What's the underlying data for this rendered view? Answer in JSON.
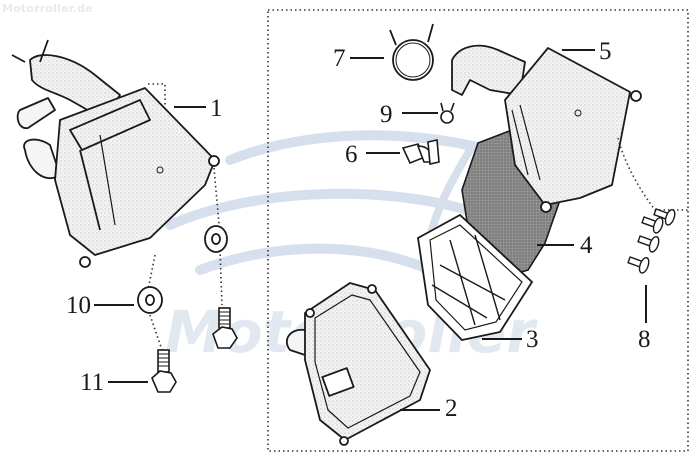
{
  "watermark": {
    "site": "Motorroller.de",
    "big_text": "Motorroller",
    "big_suffix": "de",
    "color": "#c9d6e6"
  },
  "diagram": {
    "type": "exploded parts diagram",
    "subject": "Scooter air filter assembly",
    "callouts": [
      {
        "id": "1",
        "part": "air-filter-assembly"
      },
      {
        "id": "2",
        "part": "air-filter-lower-housing"
      },
      {
        "id": "3",
        "part": "filter-element-frame"
      },
      {
        "id": "4",
        "part": "filter-foam-element"
      },
      {
        "id": "5",
        "part": "air-filter-cover"
      },
      {
        "id": "6",
        "part": "elbow-hose-connector"
      },
      {
        "id": "7",
        "part": "large-hose-clamp"
      },
      {
        "id": "8",
        "part": "cover-screws"
      },
      {
        "id": "9",
        "part": "small-hose-clamp"
      },
      {
        "id": "10",
        "part": "washer"
      },
      {
        "id": "11",
        "part": "flange-bolt"
      }
    ]
  },
  "labels": {
    "l1": "1",
    "l2": "2",
    "l3": "3",
    "l4": "4",
    "l5": "5",
    "l6": "6",
    "l7": "7",
    "l8": "8",
    "l9": "9",
    "l10": "10",
    "l11": "11"
  },
  "colors": {
    "line": "#1a1a1a",
    "fill_light": "#f1f1f1",
    "fill_foam": "#8a8a8a",
    "frame_dots": "#333333"
  }
}
